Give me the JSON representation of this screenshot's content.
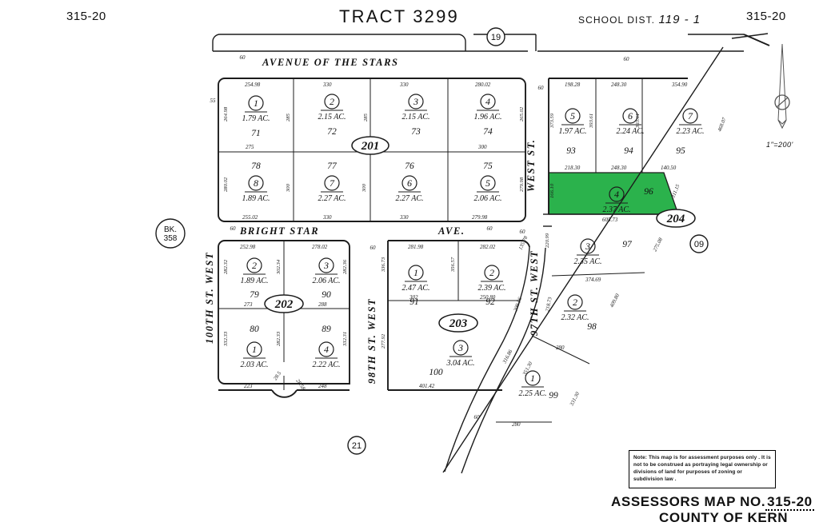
{
  "header": {
    "book_left": "315-20",
    "book_left_prefix": "315",
    "tract_title": "TRACT 3299",
    "school_dist_label": "SCHOOL DIST.",
    "school_dist_value": "119 - 1",
    "book_right": "315-20"
  },
  "footer": {
    "note": "Note: This map is for assessment purposes only . It is not to be construed as portraying legal ownership or divisions of land for purposes of zoning or subdivision law .",
    "assessors_map_label": "ASSESSORS MAP NO.",
    "assessors_map_number": "315-20",
    "county": "COUNTY OF KERN"
  },
  "scale": {
    "label": "1\"=200'",
    "north_arrow": "north-arrow"
  },
  "book_marker": {
    "line1": "BK.",
    "line2": "358"
  },
  "edge_markers": [
    {
      "name": "sheet-ref-19",
      "label": "19"
    },
    {
      "name": "sheet-ref-21",
      "label": "21"
    },
    {
      "name": "sheet-ref-09",
      "label": "09"
    }
  ],
  "streets": [
    {
      "name": "avenue-of-the-stars",
      "label": "AVENUE   OF   THE   STARS"
    },
    {
      "name": "bright-star-ave",
      "label": "BRIGHT   STAR",
      "suffix": "AVE."
    },
    {
      "name": "100th-st-west",
      "label": "100TH   ST.   WEST"
    },
    {
      "name": "98th-st-west",
      "label": "98TH   ST.   WEST"
    },
    {
      "name": "97th-st-west",
      "label": "97TH   ST.   WEST"
    },
    {
      "name": "west-st-upper",
      "label": "WEST   ST."
    }
  ],
  "blocks": [
    {
      "id": "201",
      "label": "201"
    },
    {
      "id": "202",
      "label": "202"
    },
    {
      "id": "203",
      "label": "203"
    },
    {
      "id": "204",
      "label": "204"
    }
  ],
  "parcels": [
    {
      "block": "201",
      "num": "1",
      "acres": "1.79 AC.",
      "assessment": "71",
      "highlighted": false
    },
    {
      "block": "201",
      "num": "2",
      "acres": "2.15 AC.",
      "assessment": "72",
      "highlighted": false
    },
    {
      "block": "201",
      "num": "3",
      "acres": "2.15 AC.",
      "assessment": "73",
      "highlighted": false
    },
    {
      "block": "201",
      "num": "4",
      "acres": "1.96 AC.",
      "assessment": "74",
      "highlighted": false
    },
    {
      "block": "201",
      "num": "8",
      "acres": "1.89 AC.",
      "assessment": "78",
      "highlighted": false
    },
    {
      "block": "201",
      "num": "7",
      "acres": "2.27 AC.",
      "assessment": "77",
      "highlighted": false
    },
    {
      "block": "201",
      "num": "6",
      "acres": "2.27 AC.",
      "assessment": "76",
      "highlighted": false
    },
    {
      "block": "201",
      "num": "5",
      "acres": "2.06 AC.",
      "assessment": "75",
      "highlighted": false
    },
    {
      "block": "202",
      "num": "2",
      "acres": "1.89 AC.",
      "assessment": "79",
      "highlighted": false
    },
    {
      "block": "202",
      "num": "3",
      "acres": "2.06 AC.",
      "assessment": "90",
      "highlighted": false
    },
    {
      "block": "202",
      "num": "1",
      "acres": "2.03 AC.",
      "assessment": "80",
      "highlighted": false
    },
    {
      "block": "202",
      "num": "4",
      "acres": "2.22 AC.",
      "assessment": "89",
      "highlighted": false
    },
    {
      "block": "203",
      "num": "1",
      "acres": "2.47 AC.",
      "assessment": "91",
      "highlighted": false
    },
    {
      "block": "203",
      "num": "2",
      "acres": "2.39 AC.",
      "assessment": "92",
      "highlighted": false
    },
    {
      "block": "203",
      "num": "3",
      "acres": "3.04 AC.",
      "assessment": "100",
      "highlighted": false
    },
    {
      "block": "204",
      "num": "5",
      "acres": "1.97 AC.",
      "assessment": "93",
      "highlighted": false
    },
    {
      "block": "204",
      "num": "6",
      "acres": "2.24 AC.",
      "assessment": "94",
      "highlighted": false
    },
    {
      "block": "204",
      "num": "7",
      "acres": "2.23 AC.",
      "assessment": "95",
      "highlighted": false
    },
    {
      "block": "204",
      "num": "4",
      "acres": "2.37 AC.",
      "assessment": "96",
      "highlighted": true
    },
    {
      "block": "204",
      "num": "3",
      "acres": "2.35 AC.",
      "assessment": "97",
      "highlighted": false
    },
    {
      "block": "204",
      "num": "2",
      "acres": "2.32 AC.",
      "assessment": "98",
      "highlighted": false
    },
    {
      "block": "204",
      "num": "1",
      "acres": "2.25 AC.",
      "assessment": "99",
      "highlighted": false
    }
  ],
  "dimensions": {
    "block201_top": [
      "254.98",
      "330",
      "330",
      "280.02"
    ],
    "block201_mid": [
      "275",
      "300"
    ],
    "block201_bottom": [
      "255.02",
      "330",
      "330",
      "279.98"
    ],
    "block201_left": [
      "264.98",
      "280.02"
    ],
    "block201_inner_v": [
      "285",
      "285",
      "300",
      "300"
    ],
    "block201_right": [
      "265.02",
      "279.98"
    ],
    "block202_top": [
      "252.98",
      "278.02"
    ],
    "block202_mid": [
      "273",
      "288"
    ],
    "block202_bottom": [
      "223",
      "248"
    ],
    "block202_left": [
      "282.32",
      "332.33"
    ],
    "block202_right": [
      "282.36",
      "332.31"
    ],
    "block202_inner_v": [
      "302.34",
      "282.33"
    ],
    "block203_top": [
      "281.98",
      "282.02"
    ],
    "block203_mid": [
      "302",
      "250.80"
    ],
    "block203_bottom": [
      "401.42"
    ],
    "block203_left": [
      "336.73",
      "277.92"
    ],
    "block203_inner_v": [
      "356.57"
    ],
    "block203_right": [
      "135.78",
      "209.56",
      "316.86"
    ],
    "block204_top": [
      "198.28",
      "248.30",
      "354.90"
    ],
    "block204_mid": [
      "218.30",
      "248.30",
      "140.50"
    ],
    "block204_left": [
      "373.59",
      "166.10"
    ],
    "block204_inner_v": [
      "393.61",
      "393.61"
    ],
    "block204_diag": [
      "468.07",
      "311.15"
    ],
    "green_bottom": "605.73",
    "parcel97_bottom": "374.69",
    "parcel97_right": "275.08",
    "parcel98_right": "409.80",
    "parcel98_bottom": "280",
    "parcel99_right": "331.30",
    "parcel99_bottom": "280",
    "curve_97th": [
      "220.99",
      "218.73",
      "351.30"
    ],
    "street_widths": [
      "60",
      "55",
      "60",
      "60",
      "60",
      "60",
      "60"
    ],
    "cul_de_sac": [
      "28.5",
      "28.58"
    ]
  },
  "colors": {
    "highlight_green": "#2bb24c",
    "line": "#1c1c1c",
    "text": "#111111"
  }
}
